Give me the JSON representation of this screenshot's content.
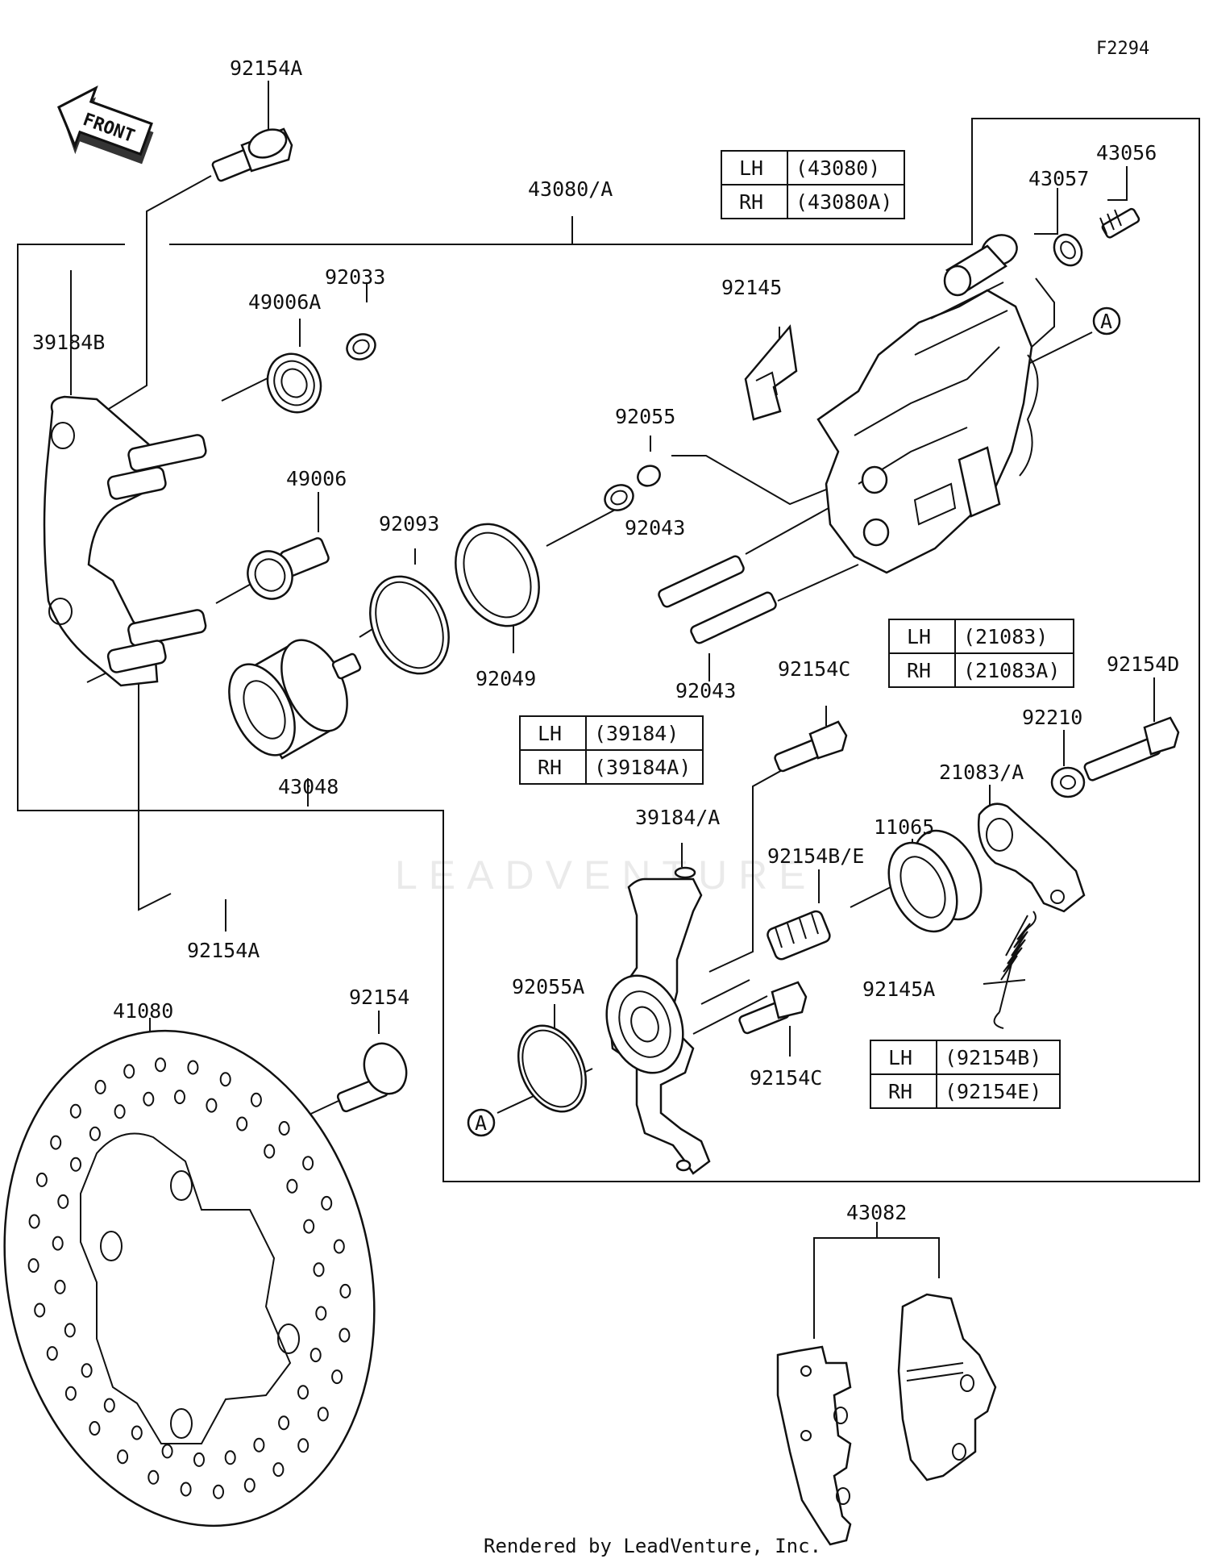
{
  "diagram_code": "F2294",
  "front_label": "FRONT",
  "footer": "Rendered by LeadVenture, Inc.",
  "watermark": "LEADVENTURE",
  "callout_marker": "A",
  "labels": {
    "p92154A_top": "92154A",
    "p43080A": "43080/A",
    "p43057": "43057",
    "p43056": "43056",
    "p92033": "92033",
    "p49006A": "49006A",
    "p39184B": "39184B",
    "p92145": "92145",
    "p92055": "92055",
    "p49006": "49006",
    "p92093": "92093",
    "p92043_a": "92043",
    "p92049": "92049",
    "p92043_b": "92043",
    "p43048": "43048",
    "p92154C_top": "92154C",
    "p92154D": "92154D",
    "p92210": "92210",
    "p21083A": "21083/A",
    "p11065": "11065",
    "p39184A": "39184/A",
    "p92154BE": "92154B/E",
    "p92154A_bottom": "92154A",
    "p92055A": "92055A",
    "p92145A": "92145A",
    "p41080": "41080",
    "p92154": "92154",
    "p92154C_bottom": "92154C",
    "p43082": "43082"
  },
  "tables": [
    {
      "rows": [
        {
          "side": "LH",
          "part": "(43080)"
        },
        {
          "side": "RH",
          "part": "(43080A)"
        }
      ]
    },
    {
      "rows": [
        {
          "side": "LH",
          "part": "(21083)"
        },
        {
          "side": "RH",
          "part": "(21083A)"
        }
      ]
    },
    {
      "rows": [
        {
          "side": "LH",
          "part": "(39184)"
        },
        {
          "side": "RH",
          "part": "(39184A)"
        }
      ]
    },
    {
      "rows": [
        {
          "side": "LH",
          "part": "(92154B)"
        },
        {
          "side": "RH",
          "part": "(92154E)"
        }
      ]
    }
  ]
}
